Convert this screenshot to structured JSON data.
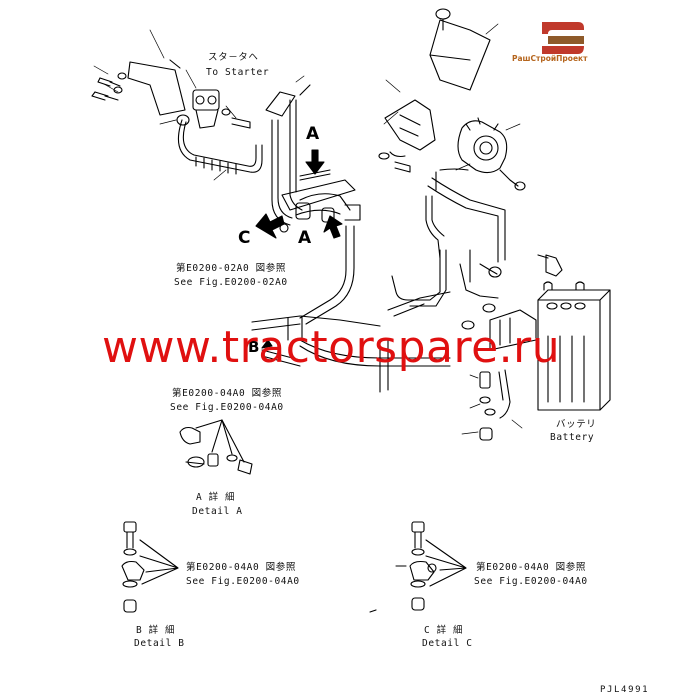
{
  "logo": {
    "text": "РашСтройПроект"
  },
  "watermark": {
    "text": "www.tractorspare.ru"
  },
  "views": {
    "a": "A",
    "c": "C",
    "b": "B"
  },
  "labels": {
    "to_starter_jp": "スタ－タヘ",
    "to_starter_en": "To Starter",
    "ref_02a0_jp": "第E0200-02A0 図参照",
    "ref_02a0_en": "See Fig.E0200-02A0",
    "ref_04a0_jp": "第E0200-04A0 図参照",
    "ref_04a0_en": "See Fig.E0200-04A0",
    "battery_jp": "バッテリ",
    "battery_en": "Battery",
    "detail_a_jp": "A 詳 細",
    "detail_a_en": "Detail A",
    "detail_b_jp": "B 詳 細",
    "detail_b_en": "Detail B",
    "detail_c_jp": "C 詳 細",
    "detail_c_en": "Detail C"
  },
  "drawing_code": "PJL4991"
}
